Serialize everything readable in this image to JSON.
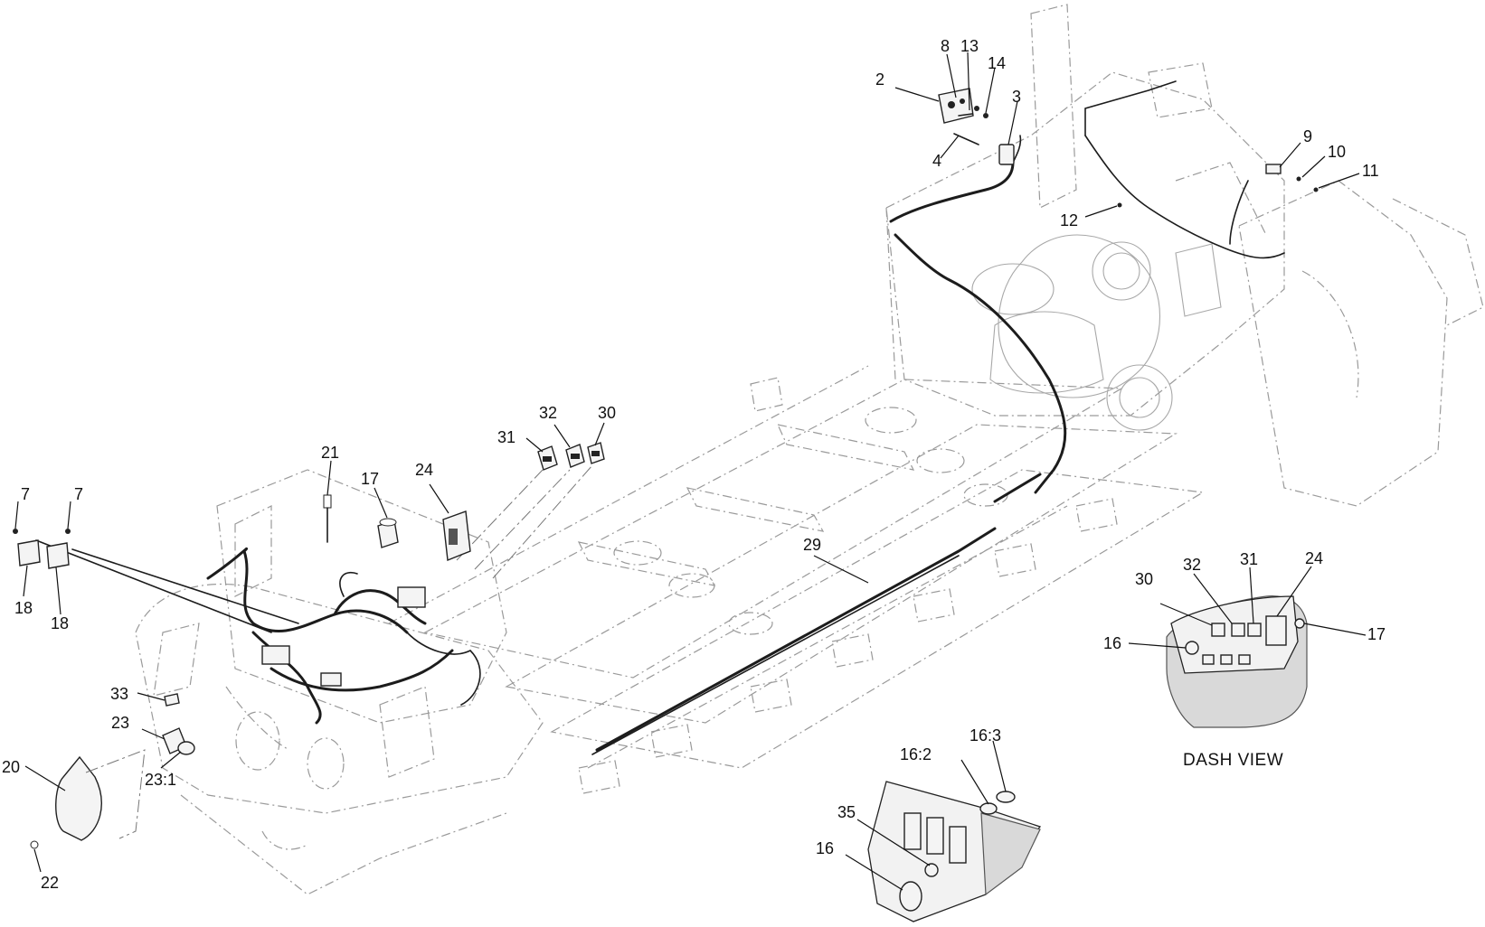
{
  "callouts": {
    "c2": "2",
    "c8": "8",
    "c13": "13",
    "c14": "14",
    "c3": "3",
    "c4": "4",
    "c9": "9",
    "c10": "10",
    "c11": "11",
    "c12": "12",
    "c32": "32",
    "c30": "30",
    "c31": "31",
    "c21": "21",
    "c17": "17",
    "c24": "24",
    "c7a": "7",
    "c7b": "7",
    "c18a": "18",
    "c18b": "18",
    "c29": "29",
    "c33": "33",
    "c23": "23",
    "c23_1": "23:1",
    "c20": "20",
    "c22": "22",
    "dash_30": "30",
    "dash_32": "32",
    "dash_31": "31",
    "dash_24": "24",
    "dash_16": "16",
    "dash_17": "17",
    "c16_2": "16:2",
    "c16_3": "16:3",
    "c35": "35",
    "c16": "16"
  },
  "dash_view_label": "DASH VIEW"
}
